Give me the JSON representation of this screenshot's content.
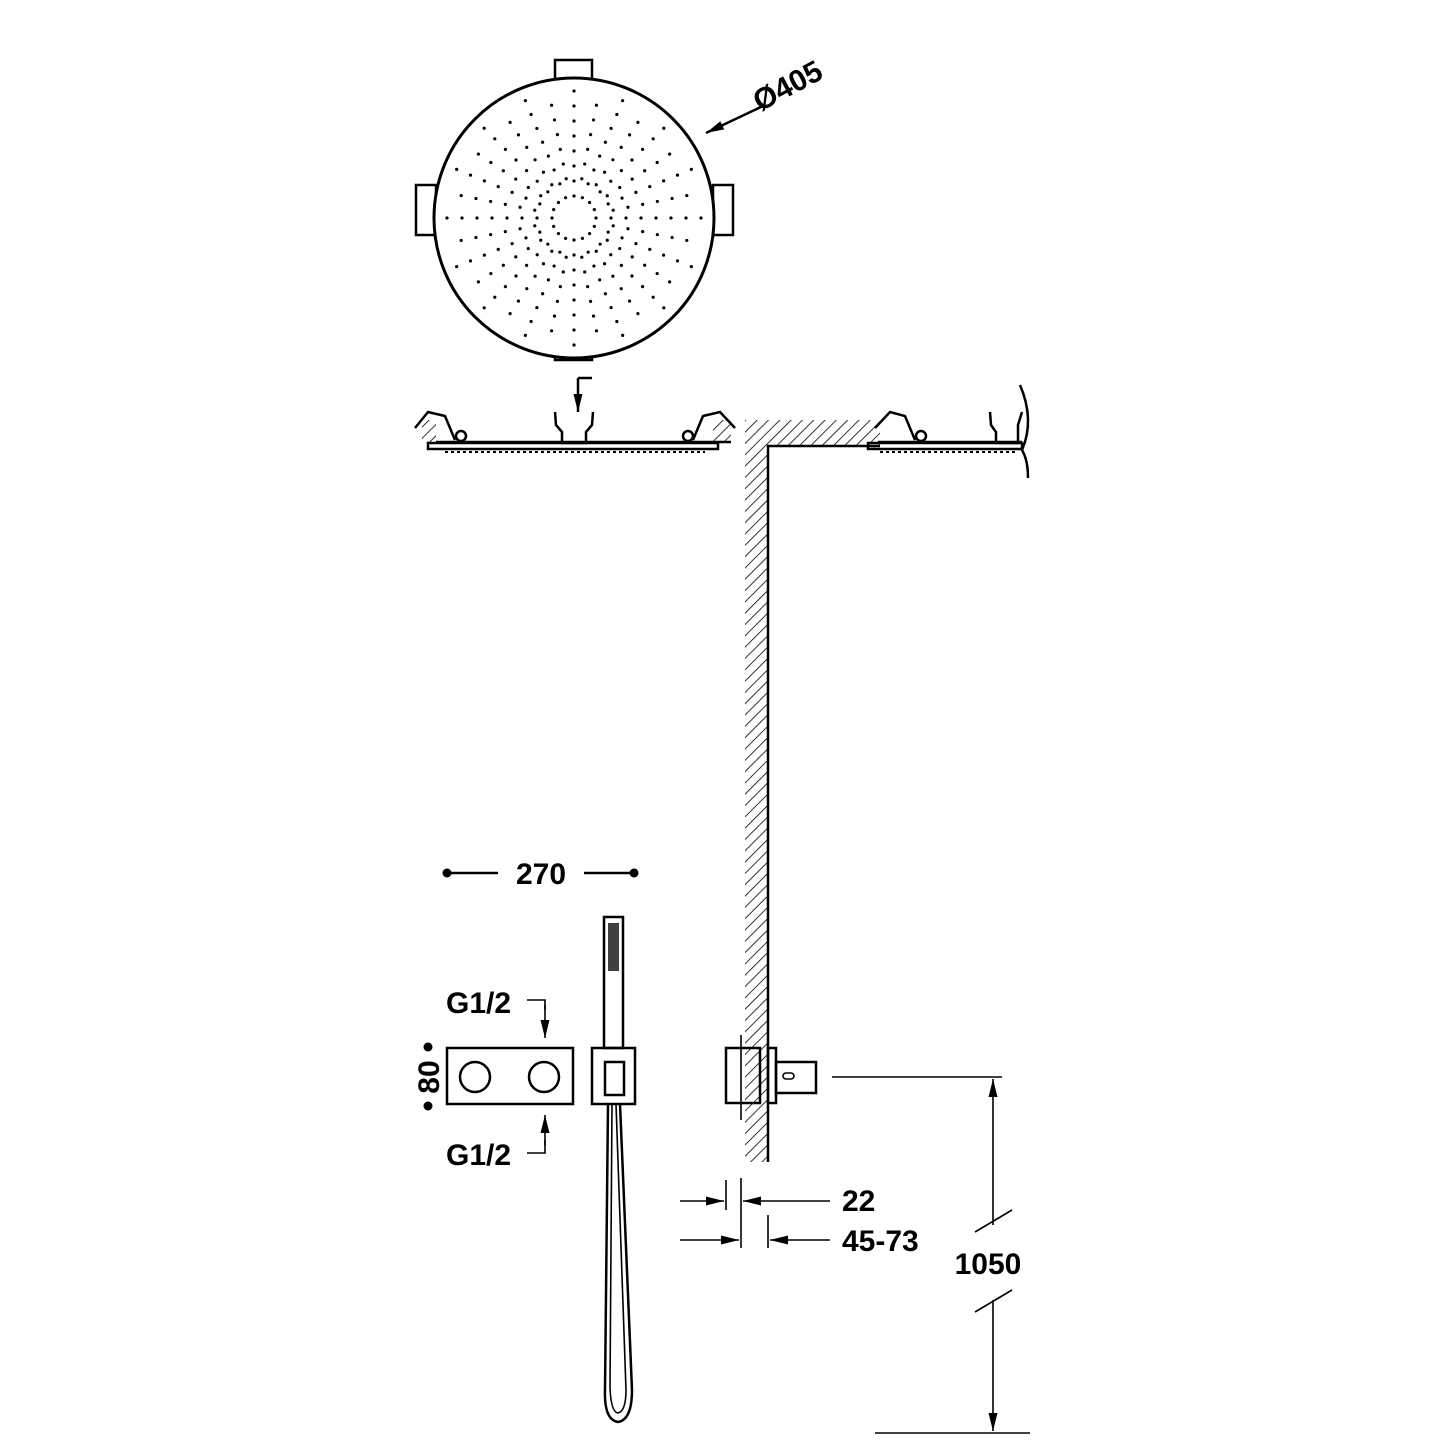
{
  "diagram": {
    "labels": {
      "diameter": "Ø405",
      "width": "270",
      "height": "80",
      "inlet_top": "G1/2",
      "inlet_bottom": "G1/2",
      "depth_min": "22",
      "depth_range": "45-73",
      "mount_height": "1050"
    },
    "colors": {
      "line": "#000000",
      "background": "#ffffff"
    }
  }
}
